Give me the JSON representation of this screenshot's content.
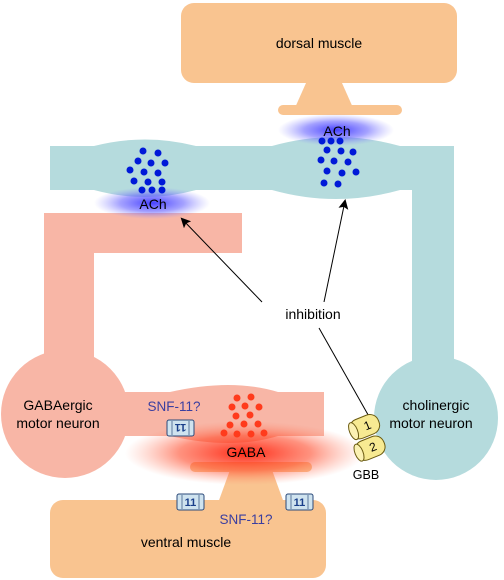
{
  "colors": {
    "muscle": "#f9c490",
    "cholinergic": "#b5dbdd",
    "gabaergic": "#f8b6a6",
    "ach_vesicle": "#0019d8",
    "ach_glow": "#3c36ff",
    "gaba_vesicle": "#ff3b1c",
    "gaba_glow": "#ff1e0a",
    "receptor": "#f7ea92",
    "channel": "#cfe3ef",
    "snf_text": "#3a3ea0"
  },
  "labels": {
    "dorsal_muscle": "dorsal muscle",
    "ventral_muscle": "ventral muscle",
    "ach_top": "ACh",
    "ach_left": "ACh",
    "inhibition": "inhibition",
    "gaba_neuron_line1": "GABAergic",
    "gaba_neuron_line2": "motor neuron",
    "chol_neuron_line1": "cholinergic",
    "chol_neuron_line2": "motor neuron",
    "gaba": "GABA",
    "snf11_top": "SNF-11?",
    "snf11_bottom": "SNF-11?",
    "gbb": "GBB",
    "receptor_1": "1",
    "receptor_2": "2",
    "channel_mark": "11"
  }
}
